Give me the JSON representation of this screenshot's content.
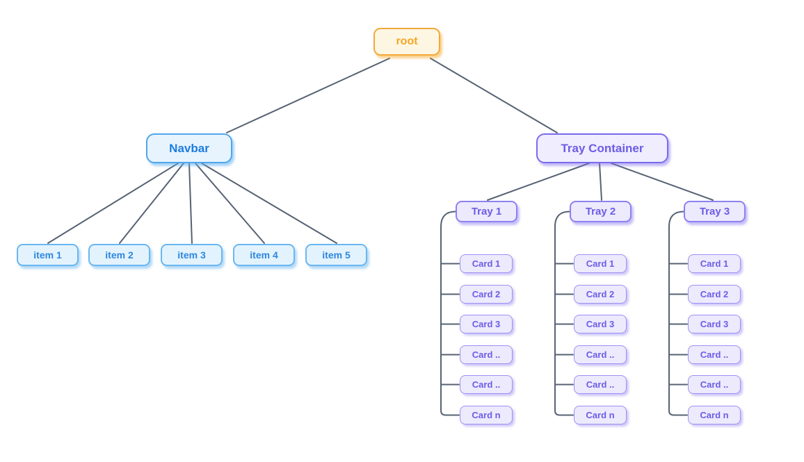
{
  "colors": {
    "background": "#FFFFFF",
    "edge": "#566273",
    "root_border": "#F2A93B",
    "root_fill": "#FDF6E3",
    "root_text": "#F5A623",
    "blue_border": "#4FA5EC",
    "blue_fill": "#E7F4FE",
    "blue_text": "#1E7CE0",
    "item_text": "#2E86DE",
    "purple_border": "#7A6AEC",
    "purple_fill": "#EFEDFE",
    "purple_text": "#6C5CE7"
  },
  "diagram": {
    "root": {
      "label": "root"
    },
    "navbar": {
      "label": "Navbar",
      "items": [
        {
          "label": "item 1"
        },
        {
          "label": "item 2"
        },
        {
          "label": "item 3"
        },
        {
          "label": "item 4"
        },
        {
          "label": "item 5"
        }
      ]
    },
    "tray_container": {
      "label": "Tray Container",
      "trays": [
        {
          "label": "Tray 1",
          "cards": [
            "Card 1",
            "Card 2",
            "Card 3",
            "Card ..",
            "Card ..",
            "Card n"
          ]
        },
        {
          "label": "Tray 2",
          "cards": [
            "Card 1",
            "Card 2",
            "Card 3",
            "Card ..",
            "Card ..",
            "Card n"
          ]
        },
        {
          "label": "Tray 3",
          "cards": [
            "Card 1",
            "Card 2",
            "Card 3",
            "Card ..",
            "Card ..",
            "Card n"
          ]
        }
      ]
    }
  }
}
